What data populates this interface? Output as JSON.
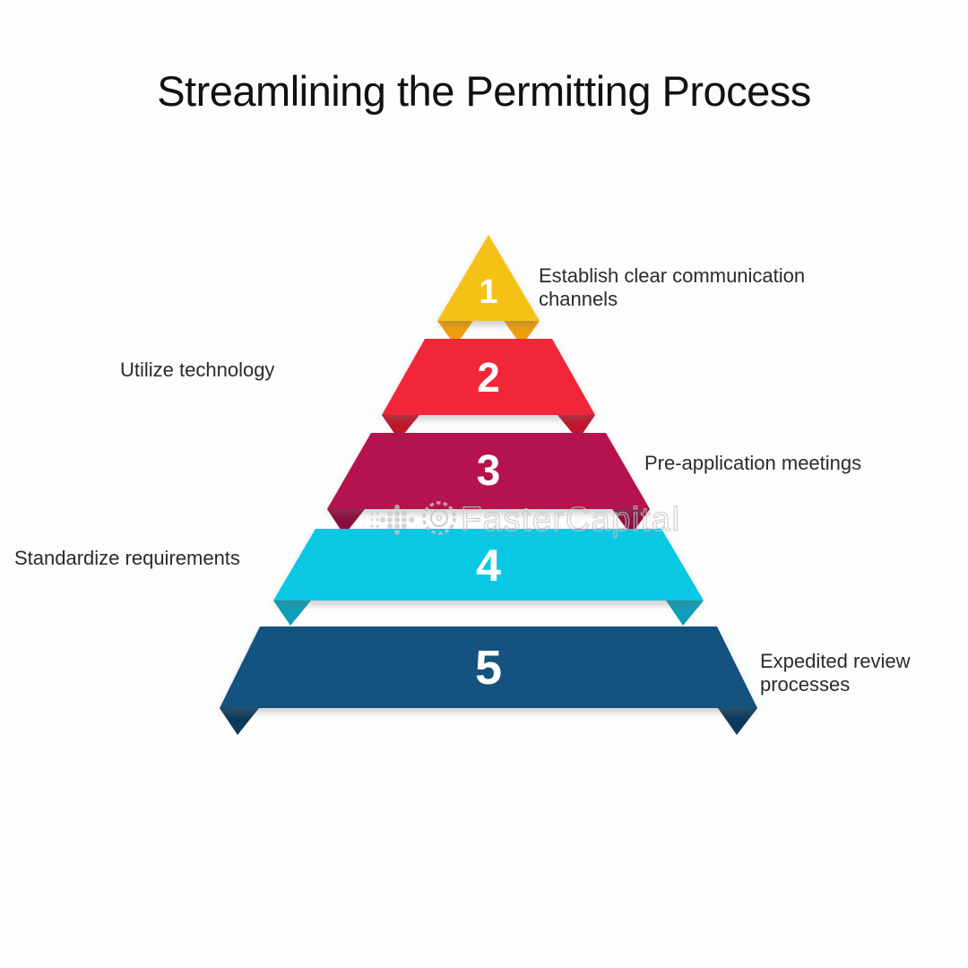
{
  "title": "Streamlining the Permitting Process",
  "watermark": {
    "text": "FasterCapital"
  },
  "diagram": {
    "type": "pyramid",
    "levels": 5,
    "steps": [
      {
        "number": "1",
        "label": "Establish clear communication channels",
        "side": "right",
        "color": "#F6C116",
        "fold_color": "#EC9F0B"
      },
      {
        "number": "2",
        "label": "Utilize technology",
        "side": "left",
        "color": "#F22638",
        "fold_color": "#C1152B"
      },
      {
        "number": "3",
        "label": "Pre-application meetings",
        "side": "right",
        "color": "#B5134D",
        "fold_color": "#8D0E3E"
      },
      {
        "number": "4",
        "label": "Standardize requirements",
        "side": "left",
        "color": "#08C8E4",
        "fold_color": "#0E9EB8"
      },
      {
        "number": "5",
        "label": "Expedited review processes",
        "side": "right",
        "color": "#14527F",
        "fold_color": "#0D3A5C"
      }
    ],
    "number_color": "#FFFFFF",
    "label_color": "#2B2B2B",
    "background_color": "#FDFDFD"
  }
}
